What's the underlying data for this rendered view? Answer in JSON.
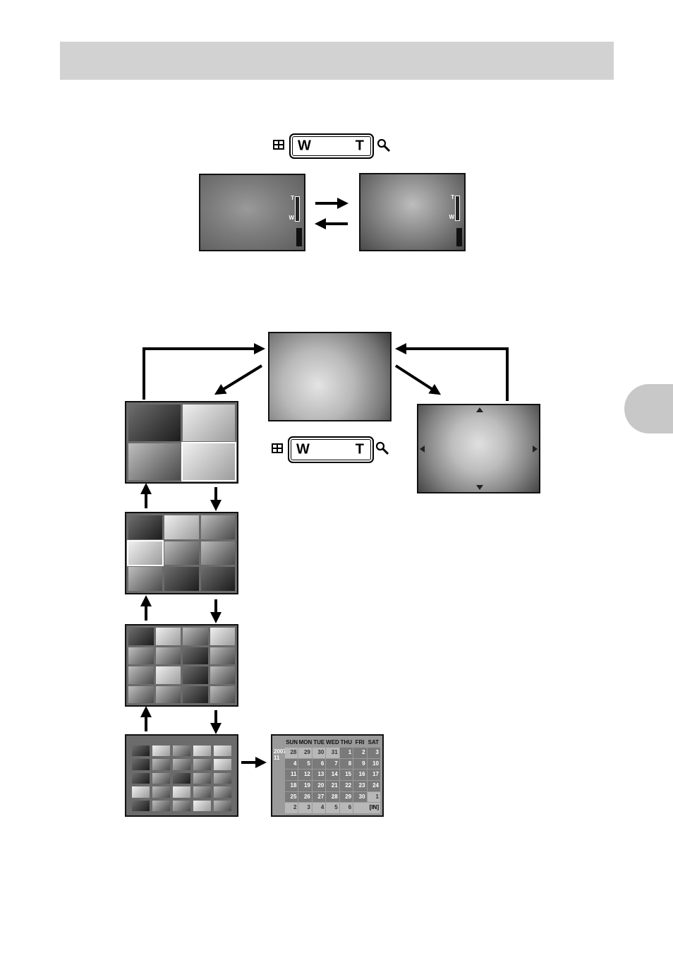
{
  "zoom_lever": {
    "wide_label": "W",
    "tele_label": "T",
    "wide_icon": "index-grid-icon",
    "tele_icon": "magnifier-icon"
  },
  "zoom_indicator": {
    "tele_mark": "T",
    "wide_mark": "W"
  },
  "calendar": {
    "days": [
      "SUN",
      "MON",
      "TUE",
      "WED",
      "THU",
      "FRI",
      "SAT"
    ],
    "year": "2007/",
    "month": "11",
    "weeks": [
      [
        "28",
        "29",
        "30",
        "31",
        "1",
        "2",
        "3"
      ],
      [
        "4",
        "5",
        "6",
        "7",
        "8",
        "9",
        "10"
      ],
      [
        "11",
        "12",
        "13",
        "14",
        "15",
        "16",
        "17"
      ],
      [
        "18",
        "19",
        "20",
        "21",
        "22",
        "23",
        "24"
      ],
      [
        "25",
        "26",
        "27",
        "28",
        "29",
        "30",
        "1"
      ],
      [
        "2",
        "3",
        "4",
        "5",
        "6",
        "",
        ""
      ]
    ],
    "badge": "[IN]"
  },
  "colors": {
    "header_bar": "#d2d2d2",
    "side_tab": "#c8c8c8"
  }
}
